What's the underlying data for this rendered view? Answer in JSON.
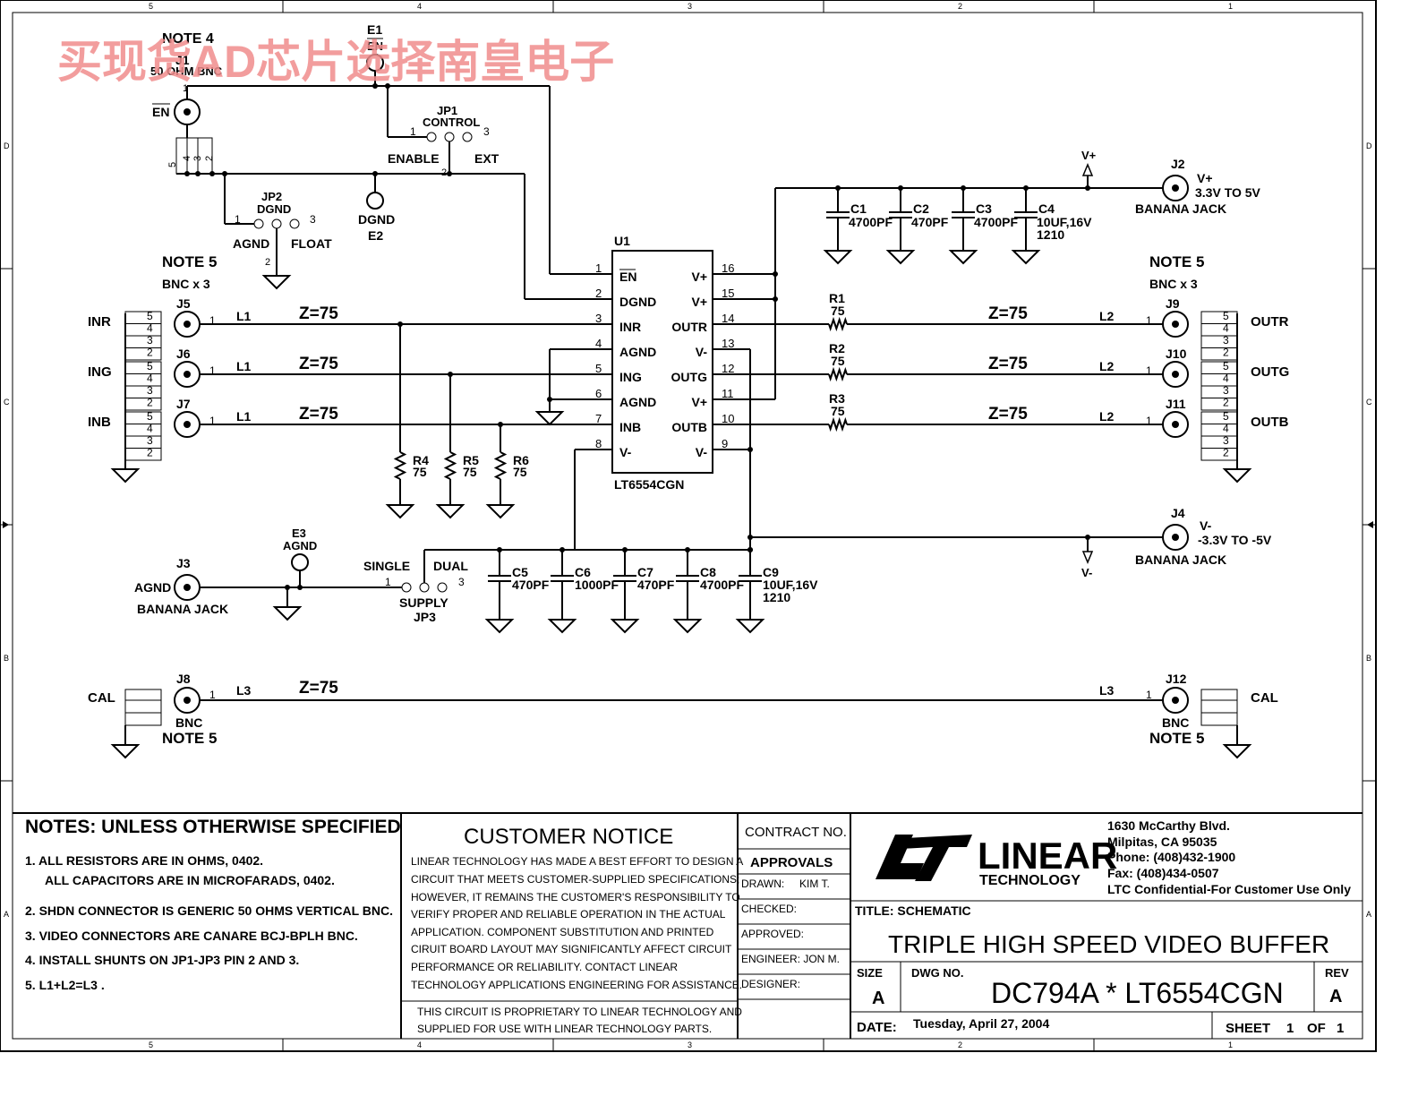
{
  "watermark": "买现货AD芯片选择南皇电子",
  "border": {
    "cols": [
      "5",
      "4",
      "3",
      "2",
      "1"
    ],
    "rows": [
      "D",
      "C",
      "B",
      "A"
    ]
  },
  "ic": {
    "ref": "U1",
    "part": "LT6554CGN",
    "left_pins": [
      {
        "num": "1",
        "name": "EN"
      },
      {
        "num": "2",
        "name": "DGND"
      },
      {
        "num": "3",
        "name": "INR"
      },
      {
        "num": "4",
        "name": "AGND"
      },
      {
        "num": "5",
        "name": "ING"
      },
      {
        "num": "6",
        "name": "AGND"
      },
      {
        "num": "7",
        "name": "INB"
      },
      {
        "num": "8",
        "name": "V-"
      }
    ],
    "right_pins": [
      {
        "num": "16",
        "name": "V+"
      },
      {
        "num": "15",
        "name": "V+"
      },
      {
        "num": "14",
        "name": "OUTR"
      },
      {
        "num": "13",
        "name": "V-"
      },
      {
        "num": "12",
        "name": "OUTG"
      },
      {
        "num": "11",
        "name": "V+"
      },
      {
        "num": "10",
        "name": "OUTB"
      },
      {
        "num": "9",
        "name": "V-"
      }
    ]
  },
  "top": {
    "note4": "NOTE 4",
    "j1_ref": "J1",
    "j1_desc": "50 OHM BNC",
    "en_label": "EN",
    "e1_ref": "E1",
    "e1_label": "EN",
    "jp1_ref": "JP1",
    "jp1_name": "CONTROL",
    "enable": "ENABLE",
    "ext": "EXT",
    "jp2_ref": "JP2",
    "jp2_name": "DGND",
    "agnd": "AGND",
    "float": "FLOAT",
    "dgnd": "DGND",
    "e2": "E2",
    "pin_5": "5",
    "pin_4": "4",
    "pin_3": "3",
    "pin_2": "2",
    "pin_1": "1"
  },
  "inputs": {
    "note": "NOTE 5",
    "bnc": "BNC x 3",
    "rows": [
      {
        "label": "INR",
        "ref": "J5",
        "l": "L1",
        "z": "Z=75"
      },
      {
        "label": "ING",
        "ref": "J6",
        "l": "L1",
        "z": "Z=75"
      },
      {
        "label": "INB",
        "ref": "J7",
        "l": "L1",
        "z": "Z=75"
      }
    ],
    "resistors": [
      {
        "ref": "R4",
        "val": "75"
      },
      {
        "ref": "R5",
        "val": "75"
      },
      {
        "ref": "R6",
        "val": "75"
      }
    ]
  },
  "outputs": {
    "note": "NOTE 5",
    "bnc": "BNC x 3",
    "rows": [
      {
        "label": "OUTR",
        "ref": "J9",
        "l": "L2",
        "z": "Z=75",
        "r": "R1",
        "rval": "75"
      },
      {
        "label": "OUTG",
        "ref": "J10",
        "l": "L2",
        "z": "Z=75",
        "r": "R2",
        "rval": "75"
      },
      {
        "label": "OUTB",
        "ref": "J11",
        "l": "L2",
        "z": "Z=75",
        "r": "R3",
        "rval": "75"
      }
    ]
  },
  "supply_pos": {
    "vplus": "V+",
    "j2": "J2",
    "j2_label": "V+",
    "range": "3.3V TO 5V",
    "jack": "BANANA JACK",
    "caps": [
      {
        "ref": "C1",
        "val": "4700PF",
        "extra": ""
      },
      {
        "ref": "C2",
        "val": "470PF",
        "extra": ""
      },
      {
        "ref": "C3",
        "val": "4700PF",
        "extra": ""
      },
      {
        "ref": "C4",
        "val": "10UF,16V",
        "extra": "1210"
      }
    ]
  },
  "supply_neg": {
    "j4": "J4",
    "j4_label": "V-",
    "range": "-3.3V TO -5V",
    "jack": "BANANA JACK",
    "vminus": "V-",
    "caps": [
      {
        "ref": "C5",
        "val": "470PF",
        "extra": ""
      },
      {
        "ref": "C6",
        "val": "1000PF",
        "extra": ""
      },
      {
        "ref": "C7",
        "val": "470PF",
        "extra": ""
      },
      {
        "ref": "C8",
        "val": "4700PF",
        "extra": ""
      },
      {
        "ref": "C9",
        "val": "10UF,16V",
        "extra": "1210"
      }
    ]
  },
  "agnd_section": {
    "j3": "J3",
    "agnd": "AGND",
    "jack": "BANANA JACK",
    "e3": "E3",
    "e3_label": "AGND",
    "single": "SINGLE",
    "dual": "DUAL",
    "supply": "SUPPLY",
    "jp3": "JP3"
  },
  "cal": {
    "left_label": "CAL",
    "j8": "J8",
    "l3": "L3",
    "z": "Z=75",
    "bnc": "BNC",
    "note": "NOTE 5",
    "j12": "J12",
    "right_label": "CAL"
  },
  "notes": {
    "title": "NOTES:  UNLESS OTHERWISE SPECIFIED",
    "items": [
      "1.  ALL RESISTORS ARE IN OHMS, 0402.",
      "ALL CAPACITORS ARE IN MICROFARADS, 0402.",
      "2.  SHDN CONNECTOR IS GENERIC 50 OHMS VERTICAL BNC.",
      "3.  VIDEO CONNECTORS ARE CANARE BCJ-BPLH  BNC.",
      "4.  INSTALL SHUNTS ON JP1-JP3 PIN 2 AND 3.",
      "5.  L1+L2=L3 ."
    ]
  },
  "customer_notice": {
    "title": "CUSTOMER NOTICE",
    "lines": [
      "LINEAR TECHNOLOGY HAS MADE A BEST EFFORT TO DESIGN A",
      "CIRCUIT THAT MEETS CUSTOMER-SUPPLIED SPECIFICATIONS;",
      "HOWEVER, IT REMAINS THE CUSTOMER'S RESPONSIBILITY TO",
      "VERIFY PROPER AND RELIABLE OPERATION IN THE ACTUAL",
      "APPLICATION.  COMPONENT SUBSTITUTION AND PRINTED",
      "CIRUIT BOARD LAYOUT MAY SIGNIFICANTLY AFFECT CIRCUIT",
      "PERFORMANCE OR RELIABILITY.  CONTACT LINEAR",
      "TECHNOLOGY APPLICATIONS ENGINEERING FOR ASSISTANCE."
    ],
    "footer": [
      "THIS CIRCUIT IS PROPRIETARY TO LINEAR TECHNOLOGY AND",
      "SUPPLIED FOR USE WITH LINEAR TECHNOLOGY PARTS."
    ]
  },
  "approvals": {
    "contract": "CONTRACT NO.",
    "title": "APPROVALS",
    "drawn": "DRAWN:",
    "drawn_by": "KIM T.",
    "checked": "CHECKED:",
    "approved": "APPROVED:",
    "engineer": "ENGINEER:  JON M.",
    "designer": "DESIGNER:"
  },
  "company": {
    "logo_main": "LINEAR",
    "logo_sub": "TECHNOLOGY",
    "address1": "1630 McCarthy Blvd.",
    "address2": "Milpitas, CA 95035",
    "phone": "Phone: (408)432-1900",
    "fax": "Fax: (408)434-0507",
    "confidential": "LTC Confidential-For Customer Use Only"
  },
  "titleblock": {
    "title_label": "TITLE:  SCHEMATIC",
    "title": "TRIPLE HIGH SPEED VIDEO BUFFER",
    "size_label": "SIZE",
    "size": "A",
    "dwg_label": "DWG NO.",
    "dwg": "DC794A * LT6554CGN",
    "rev_label": "REV",
    "rev": "A",
    "date_label": "DATE:",
    "date": "Tuesday, April 27, 2004",
    "sheet_label": "SHEET",
    "sheet": "1",
    "of_label": "OF",
    "of": "1"
  }
}
